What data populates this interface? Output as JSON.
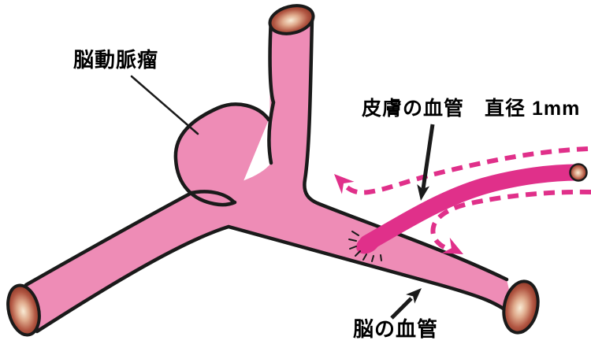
{
  "labels": {
    "aneurysm": "脳動脈瘤",
    "skin_vessel": "皮膚の血管　直径 1mm",
    "brain_vessel": "脳の血管"
  },
  "colors": {
    "background": "#ffffff",
    "vessel_pink": "#ee8cb6",
    "graft_magenta": "#e0308a",
    "outline": "#1a1a1a",
    "text": "#000000",
    "cap_highlight": "#f9ecd6",
    "cap_mid": "#dfa98b",
    "cap_deep": "#b25743",
    "cap_dark": "#7f2a1a"
  }
}
